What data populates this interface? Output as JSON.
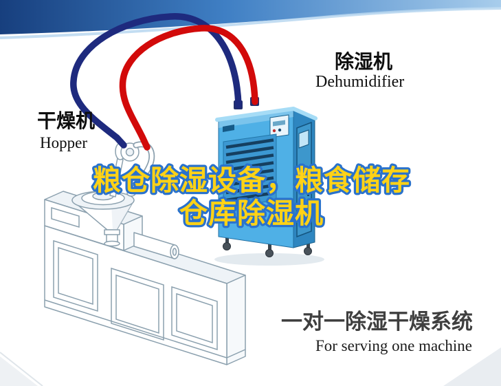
{
  "title": {
    "line1": "粮仓除湿设备，粮食储存",
    "line2": "仓库除湿机"
  },
  "machines": {
    "dehumidifier": {
      "label_cn": "除湿机",
      "label_en": "Dehumidifier"
    },
    "hopper": {
      "label_cn": "干燥机",
      "label_en": "Hopper"
    }
  },
  "caption": {
    "cn": "一对一除湿干燥系统",
    "en": "For serving one machine"
  },
  "colors": {
    "banner_dark": "#173f7e",
    "banner_mid": "#3f7fc4",
    "banner_light": "#a8cdec",
    "machine_blue": "#4fb0e6",
    "machine_side": "#2e86c0",
    "machine_top": "#a6dcf6",
    "pipe_red": "#d20a0a",
    "pipe_navy": "#1e2a7e",
    "title_fill": "#ffd216",
    "title_outline": "#2a72cc",
    "caption_color": "#3f3f3f",
    "lineart": "#8ba0ae"
  }
}
